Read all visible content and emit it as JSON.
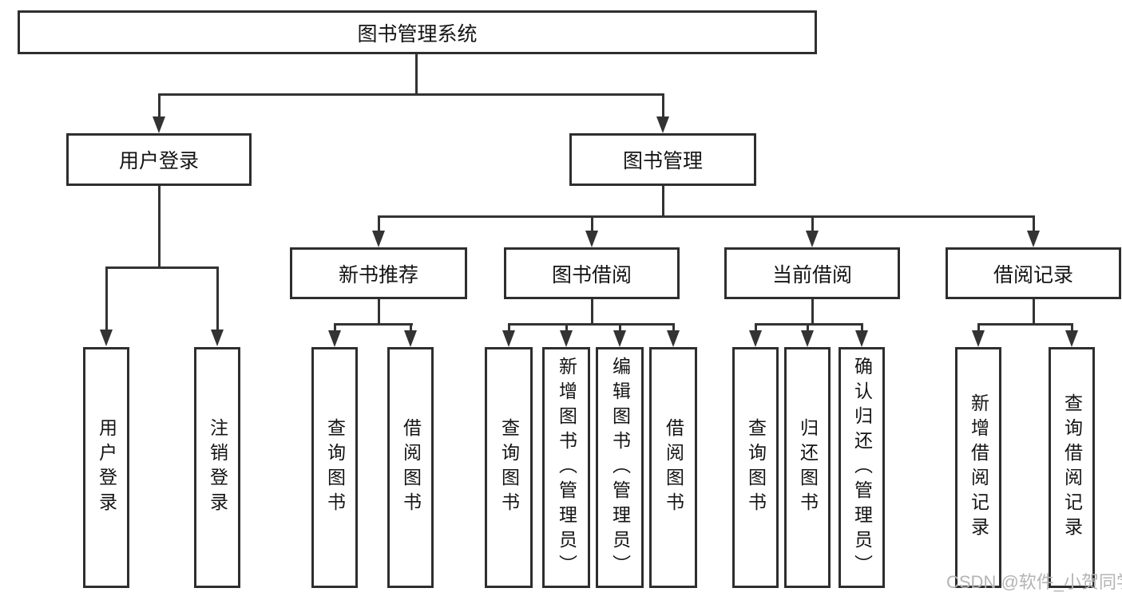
{
  "diagram_type": "hierarchy-tree",
  "tree": {
    "label": "图书管理系统",
    "children": [
      {
        "label": "用户登录",
        "children": [
          {
            "label": "用户登录"
          },
          {
            "label": "注销登录"
          }
        ]
      },
      {
        "label": "图书管理",
        "children": [
          {
            "label": "新书推荐",
            "children": [
              {
                "label": "查询图书"
              },
              {
                "label": "借阅图书"
              }
            ]
          },
          {
            "label": "图书借阅",
            "children": [
              {
                "label": "查询图书"
              },
              {
                "label": "新增图书（管理员）"
              },
              {
                "label": "编辑图书（管理员）"
              },
              {
                "label": "借阅图书"
              }
            ]
          },
          {
            "label": "当前借阅",
            "children": [
              {
                "label": "查询图书"
              },
              {
                "label": "归还图书"
              },
              {
                "label": "确认归还（管理员）"
              }
            ]
          },
          {
            "label": "借阅记录",
            "children": [
              {
                "label": "新增借阅记录"
              },
              {
                "label": "查询借阅记录"
              }
            ]
          }
        ]
      }
    ]
  },
  "watermark": {
    "text": "CSDN @软件_小贺同学"
  },
  "colors": {
    "line": "#333333",
    "box_border": "#2e2e2e",
    "text": "#141414",
    "background": "#ffffff",
    "watermark": "#b4b4b4"
  }
}
